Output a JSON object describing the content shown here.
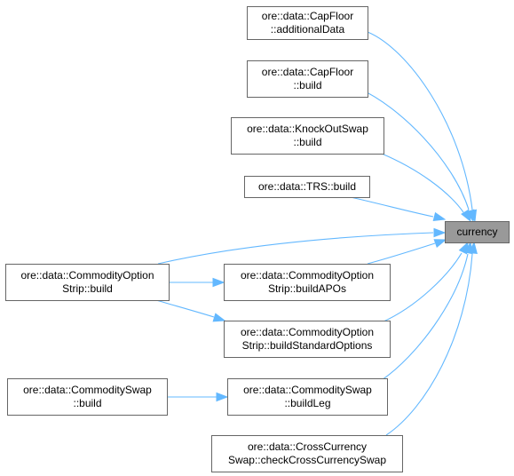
{
  "diagram": {
    "target": {
      "id": "currency",
      "lines": [
        "currency"
      ]
    },
    "callers": [
      {
        "id": "capfloor-additionaldata",
        "lines": [
          "ore::data::CapFloor",
          "::additionalData"
        ]
      },
      {
        "id": "capfloor-build",
        "lines": [
          "ore::data::CapFloor",
          "::build"
        ]
      },
      {
        "id": "knockoutswap-build",
        "lines": [
          "ore::data::KnockOutSwap",
          "::build"
        ]
      },
      {
        "id": "trs-build",
        "lines": [
          "ore::data::TRS::build"
        ]
      },
      {
        "id": "commodityoptionstrip-build",
        "lines": [
          "ore::data::CommodityOption",
          "Strip::build"
        ]
      },
      {
        "id": "commodityoptionstrip-buildapos",
        "lines": [
          "ore::data::CommodityOption",
          "Strip::buildAPOs"
        ]
      },
      {
        "id": "commodityoptionstrip-buildstandardoptions",
        "lines": [
          "ore::data::CommodityOption",
          "Strip::buildStandardOptions"
        ]
      },
      {
        "id": "commodityswap-build",
        "lines": [
          "ore::data::CommoditySwap",
          "::build"
        ]
      },
      {
        "id": "commodityswap-buildleg",
        "lines": [
          "ore::data::CommoditySwap",
          "::buildLeg"
        ]
      },
      {
        "id": "crosscurrencyswap-checkcrosscurrencyswap",
        "lines": [
          "ore::data::CrossCurrency",
          "Swap::checkCrossCurrencySwap"
        ]
      }
    ],
    "edges": [
      {
        "from": "capfloor-additionaldata",
        "to": "currency"
      },
      {
        "from": "capfloor-build",
        "to": "currency"
      },
      {
        "from": "knockoutswap-build",
        "to": "currency"
      },
      {
        "from": "trs-build",
        "to": "currency"
      },
      {
        "from": "commodityoptionstrip-build",
        "to": "currency"
      },
      {
        "from": "commodityoptionstrip-buildapos",
        "to": "currency"
      },
      {
        "from": "commodityoptionstrip-buildstandardoptions",
        "to": "currency"
      },
      {
        "from": "commodityswap-buildleg",
        "to": "currency"
      },
      {
        "from": "crosscurrencyswap-checkcrosscurrencyswap",
        "to": "currency"
      },
      {
        "from": "commodityoptionstrip-build",
        "to": "commodityoptionstrip-buildapos"
      },
      {
        "from": "commodityoptionstrip-build",
        "to": "commodityoptionstrip-buildstandardoptions"
      },
      {
        "from": "commodityswap-build",
        "to": "commodityswap-buildleg"
      }
    ],
    "colors": {
      "edge": "#63b8ff",
      "node_border": "#666666",
      "focus_fill": "#999999",
      "node_fill": "#ffffff"
    }
  }
}
